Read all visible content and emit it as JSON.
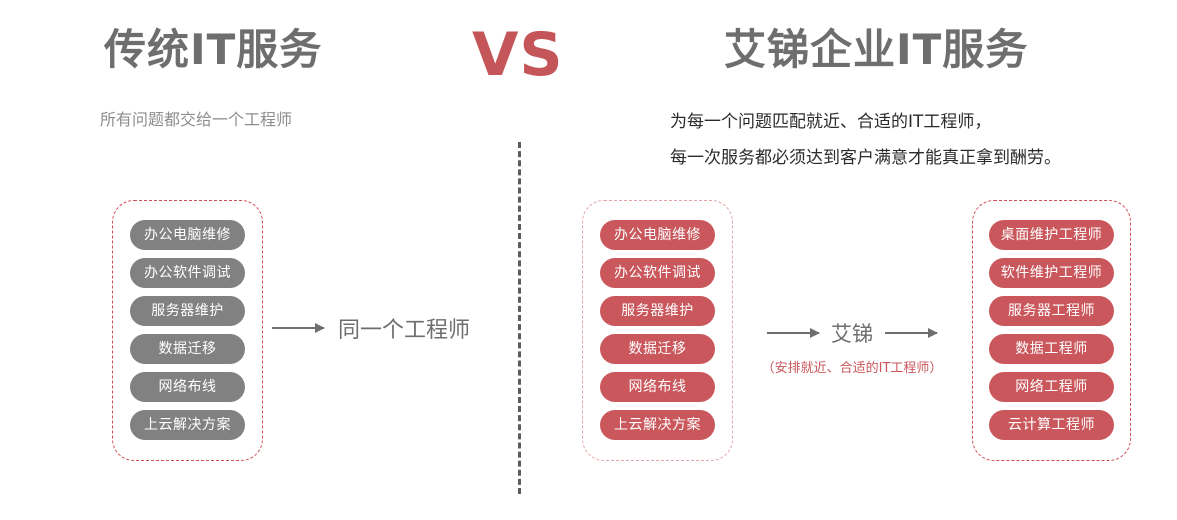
{
  "left_panel": {
    "title": "传统IT服务",
    "subtitle": "所有问题都交给一个工程师",
    "services": [
      "办公电脑维修",
      "办公软件调试",
      "服务器维护",
      "数据迁移",
      "网络布线",
      "上云解决方案"
    ],
    "connector_label": "同一个工程师"
  },
  "vs_label": "VS",
  "right_panel": {
    "title": "艾锑企业IT服务",
    "subtitle_lines": [
      "为每一个问题匹配就近、合适的IT工程师，",
      "每一次服务都必须达到客户满意才能真正拿到酬劳。"
    ],
    "services": [
      "办公电脑维修",
      "办公软件调试",
      "服务器维护",
      "数据迁移",
      "网络布线",
      "上云解决方案"
    ],
    "connector_label": "艾锑",
    "connector_note": "（安排就近、合适的IT工程师）",
    "engineers": [
      "桌面维护工程师",
      "软件维护工程师",
      "服务器工程师",
      "数据工程师",
      "网络工程师",
      "云计算工程师"
    ]
  },
  "colors": {
    "accent_red": "#c9575c",
    "title_gray": "#6e6e6e",
    "pill_gray": "#818181",
    "dashed_red": "#cf4e55",
    "dashed_pink": "#e6a6a9",
    "divider_gray": "#5c5c5c"
  }
}
